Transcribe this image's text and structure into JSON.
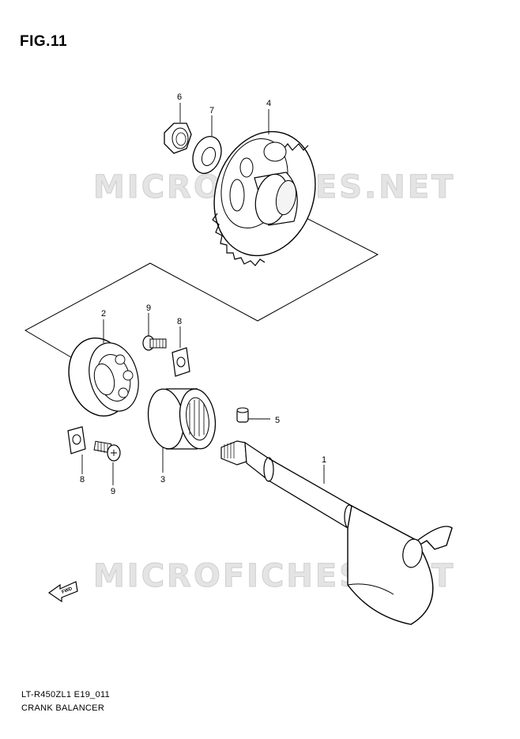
{
  "figure": {
    "title": "FIG.11"
  },
  "watermarks": [
    "MICROFICHES.NET",
    "MICROFICHES.NET"
  ],
  "callouts": {
    "shaft": "1",
    "bearing": "2",
    "needle_bearing": "3",
    "gear": "4",
    "pin": "5",
    "nut": "6",
    "washer": "7",
    "plate_upper": "8",
    "bolt_upper": "9",
    "plate_lower": "8",
    "bolt_lower": "9"
  },
  "fwd_label": "FWD",
  "footer": {
    "code": "LT-R450ZL1 E19_011",
    "name": "CRANK BALANCER"
  }
}
